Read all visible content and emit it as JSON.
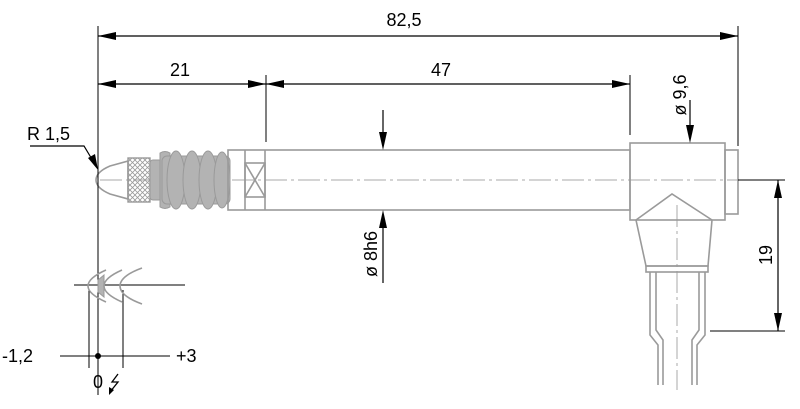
{
  "dimensions": {
    "overall_length": "82,5",
    "tip_length": "21",
    "shaft_length": "47",
    "head_diameter": "ø 9,6",
    "shaft_diameter": "ø 8h6",
    "tip_radius": "R 1,5",
    "offset": "19"
  },
  "stroke_scale": {
    "min": "-1,2",
    "zero": "0",
    "max": "+3"
  },
  "colors": {
    "part_outline": "#9a9a9a",
    "dimension_line": "#000000"
  }
}
